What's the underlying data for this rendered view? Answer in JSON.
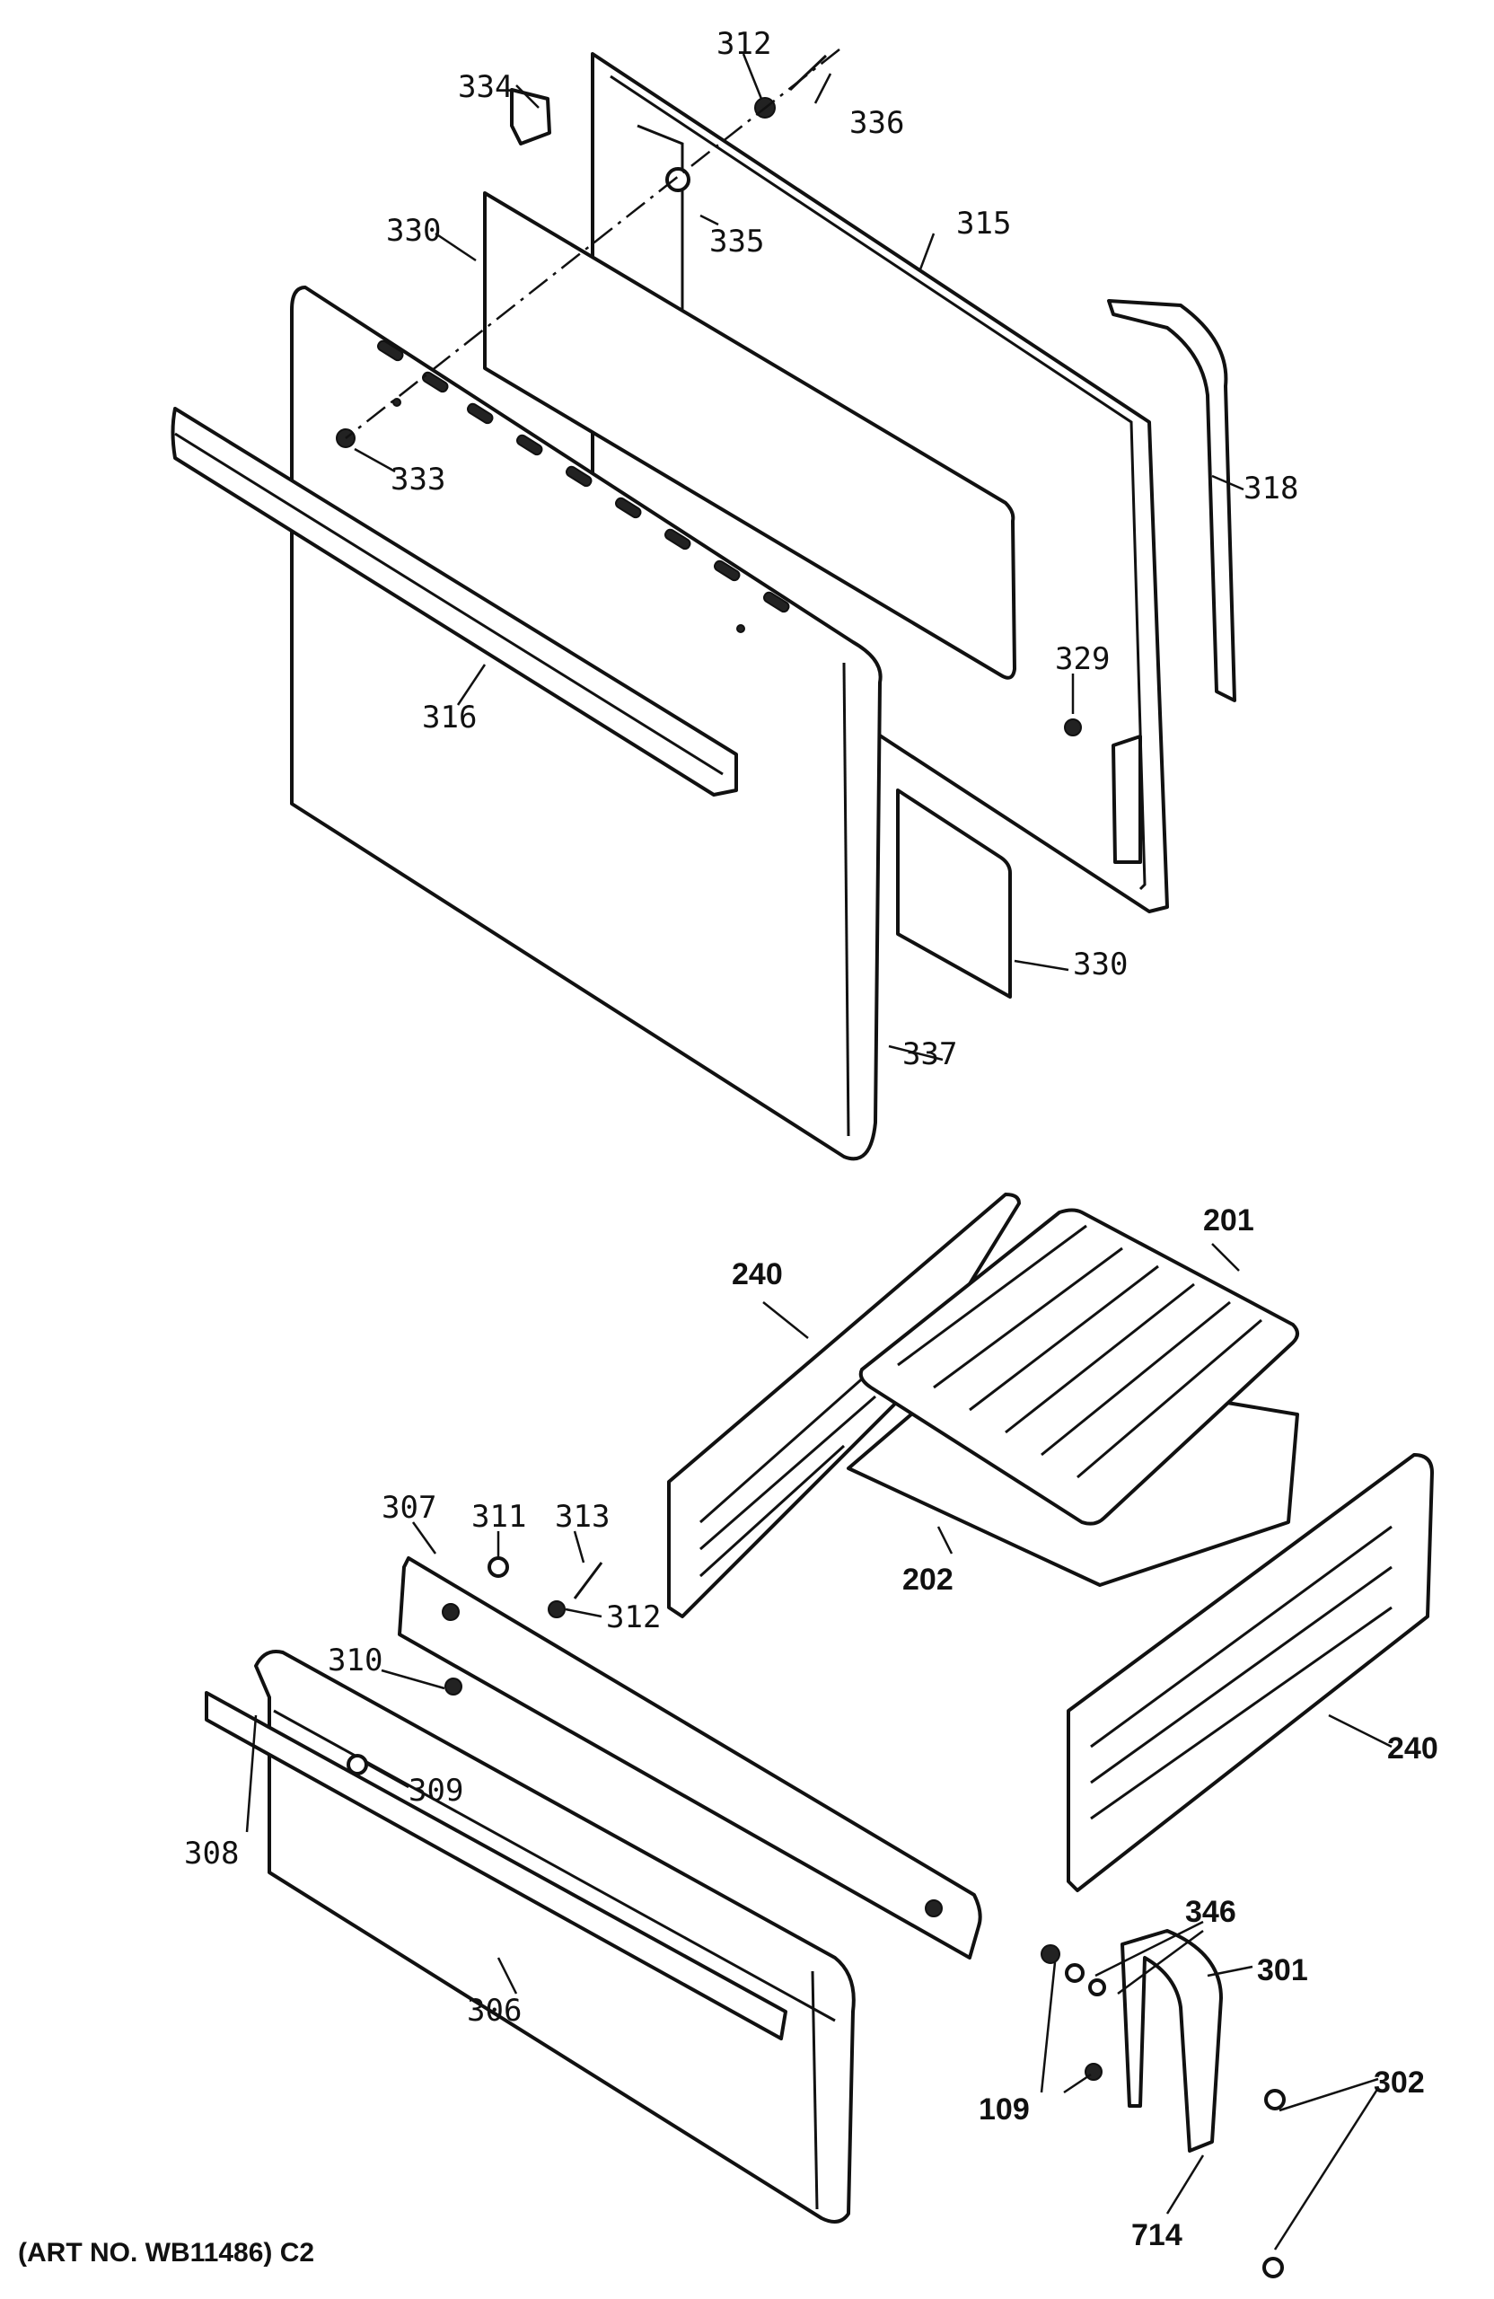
{
  "labels": {
    "p312a": "312",
    "p334": "334",
    "p336": "336",
    "p335": "335",
    "p330a": "330",
    "p315": "315",
    "p318": "318",
    "p333": "333",
    "p316": "316",
    "p329": "329",
    "p330b": "330",
    "p337": "337",
    "p201": "201",
    "p240a": "240",
    "p202": "202",
    "p307": "307",
    "p311": "311",
    "p313": "313",
    "p312b": "312",
    "p310": "310",
    "p309": "309",
    "p308": "308",
    "p240b": "240",
    "p346": "346",
    "p301": "301",
    "p306": "306",
    "p109": "109",
    "p302": "302",
    "p714": "714"
  },
  "caption": "(ART NO. WB11486) C2"
}
